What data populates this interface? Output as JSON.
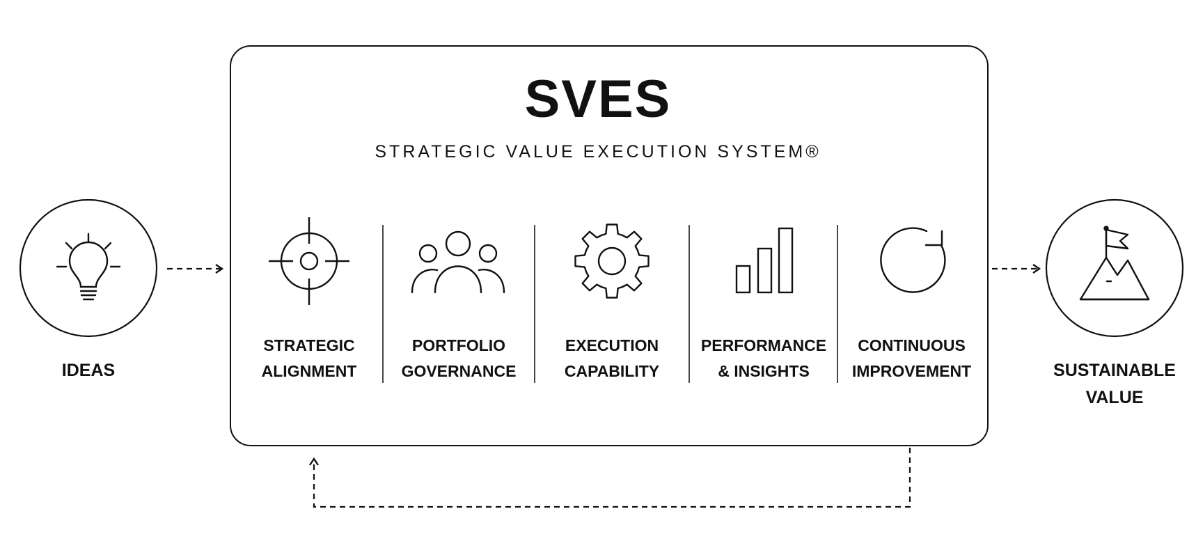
{
  "header": {
    "title": "SVES",
    "subtitle": "STRATEGIC VALUE EXECUTION SYSTEM®"
  },
  "inputs": {
    "ideas_label": "IDEAS",
    "ideas_icon": "lightbulb-icon"
  },
  "outputs": {
    "value_line1": "SUSTAINABLE",
    "value_line2": "VALUE",
    "value_icon": "mountain-flag-icon"
  },
  "pillars": [
    {
      "line1": "STRATEGIC",
      "line2": "ALIGNMENT",
      "icon": "target-icon"
    },
    {
      "line1": "PORTFOLIO",
      "line2": "GOVERNANCE",
      "icon": "people-group-icon"
    },
    {
      "line1": "EXECUTION",
      "line2": "CAPABILITY",
      "icon": "gear-icon"
    },
    {
      "line1": "PERFORMANCE",
      "line2": "& INSIGHTS",
      "icon": "bar-chart-icon"
    },
    {
      "line1": "CONTINUOUS",
      "line2": "IMPROVEMENT",
      "icon": "cycle-arrow-icon"
    }
  ],
  "colors": {
    "stroke": "#111111",
    "background": "#ffffff"
  }
}
